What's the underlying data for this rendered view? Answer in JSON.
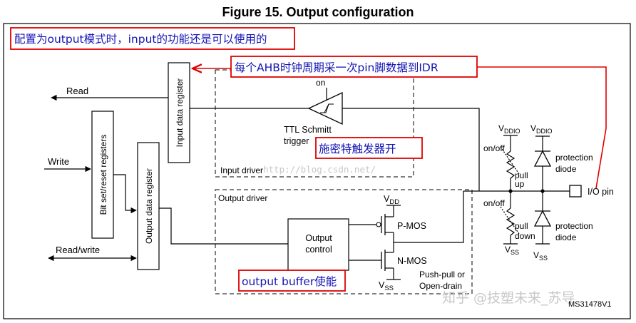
{
  "figure": {
    "title": "Figure 15. Output configuration",
    "ref_code": "MS31478V1"
  },
  "annotations": {
    "top_note": "配置为output模式时，input的功能还是可以使用的",
    "idr_note": "每个AHB时钟周期采一次pin脚数据到IDR",
    "schmitt_note": "施密特触发器开",
    "buffer_note": "output buffer使能"
  },
  "watermarks": {
    "blog": "http://blog.csdn.net/",
    "zhihu": "知乎 @技塑未来_苏导"
  },
  "signals": {
    "read": "Read",
    "write": "Write",
    "read_write": "Read/write",
    "on_1": "on/off",
    "on_2": "on/off",
    "schmitt_on": "on"
  },
  "blocks": {
    "input_data_register": "Input data register",
    "bit_set_reset": "Bit set/reset registers",
    "output_data_register": "Output data register",
    "output_control_1": "Output",
    "output_control_2": "control",
    "ttl_1": "TTL Schmitt",
    "ttl_2": "trigger",
    "input_driver": "Input driver",
    "output_driver": "Output driver",
    "pmos": "P-MOS",
    "nmos": "N-MOS",
    "push_pull_1": "Push-pull or",
    "push_pull_2": "Open-drain",
    "pull_up_1": "pull",
    "pull_up_2": "up",
    "pull_down_1": "pull",
    "pull_down_2": "down",
    "protection_1a": "protection",
    "protection_1b": "diode",
    "protection_2a": "protection",
    "protection_2b": "diode",
    "io_pin": "I/O pin"
  },
  "supplies": {
    "vdd_main": "V",
    "vdd_sub": "DD",
    "vss_main": "V",
    "vss_sub": "SS",
    "vddio_pull_main": "V",
    "vddio_pull_sub": "DDIO",
    "vddio_diode_main": "V",
    "vddio_diode_sub": "DDIO",
    "vss_pull_main": "V",
    "vss_pull_sub": "SS",
    "vss_diode_main": "V",
    "vss_diode_sub": "SS"
  },
  "colors": {
    "annotation_box": "#e00000",
    "annotation_text": "#1414b4",
    "line": "#000000"
  }
}
